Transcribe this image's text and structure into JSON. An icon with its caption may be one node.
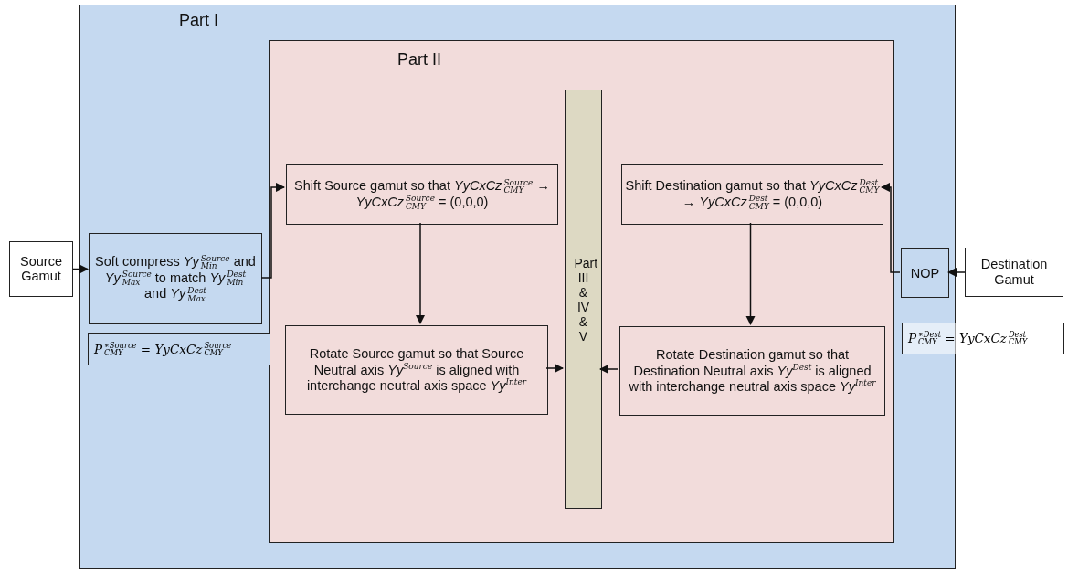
{
  "diagram": {
    "nodes": [
      {
        "text": [
          "Part I"
        ]
      },
      {
        "text": [
          "Part II"
        ],
        "in": 0
      },
      {
        "text": [
          "Soft compress *Yy*$^{Source}$$_{Min}$ and *Yy*$^{Source}$$_{Max}$ to match *Yy*$^{Dest}$$_{Min}$ and *Yy*$^{Dest}$$_{Max}$"
        ],
        "in": 0
      },
      {
        "text": [
          "P$^{∗Source}$$_{CMY}$ = YyCxCz$^{Source}$$_{CMY}$"
        ],
        "in": 0
      },
      {
        "text": [
          "Shift Source gamut so that *YyCxCz*$^{Source}$$_{CMY}$ → *YyCxCz*$^{Source}$$_{CMY}$ = (0,0,0)"
        ],
        "in": 1
      },
      {
        "text": [
          "Rotate Source gamut so that Source Neutral axis *Yy*$^{Source}$ is aligned with interchange neutral axis space *Yy*$^{Inter}$"
        ],
        "in": 1
      },
      {
        "text": [
          "Part III & IV & V"
        ],
        "in": 1
      },
      {
        "text": [
          "Shift Destination gamut so that *YyCxCz*$^{Dest}$$_{CMY}$ → *YyCxCz*$^{Dest}$$_{CMY}$ = (0,0,0)"
        ],
        "in": 1
      },
      {
        "text": [
          "Rotate Destination gamut so that Destination Neutral axis *Yy*$^{Dest}$ is aligned with interchange neutral axis space *Yy*$^{Inter}$"
        ],
        "in": 1
      },
      {
        "text": [
          "NOP"
        ],
        "in": 0
      },
      {
        "text": [
          "Source Gamut"
        ]
      },
      {
        "text": [
          "Destination Gamut"
        ]
      },
      {
        "text": [
          "P$^{∗Dest}$$_{CMY}$ = YyCxCz$^{Dest}$$_{CMY}$"
        ]
      }
    ],
    "edges": [
      {
        "from": 10,
        "to": 2,
        "arrow": "to"
      },
      {
        "from": 2,
        "to": 4,
        "arrow": "to"
      },
      {
        "from": 4,
        "to": 5,
        "arrow": "to"
      },
      {
        "from": 5,
        "to": 6,
        "arrow": "to"
      },
      {
        "from": 11,
        "to": 9,
        "arrow": "to"
      },
      {
        "from": 9,
        "to": 7,
        "arrow": "to"
      },
      {
        "from": 7,
        "to": 8,
        "arrow": "to"
      },
      {
        "from": 8,
        "to": 6,
        "arrow": "to"
      }
    ]
  }
}
